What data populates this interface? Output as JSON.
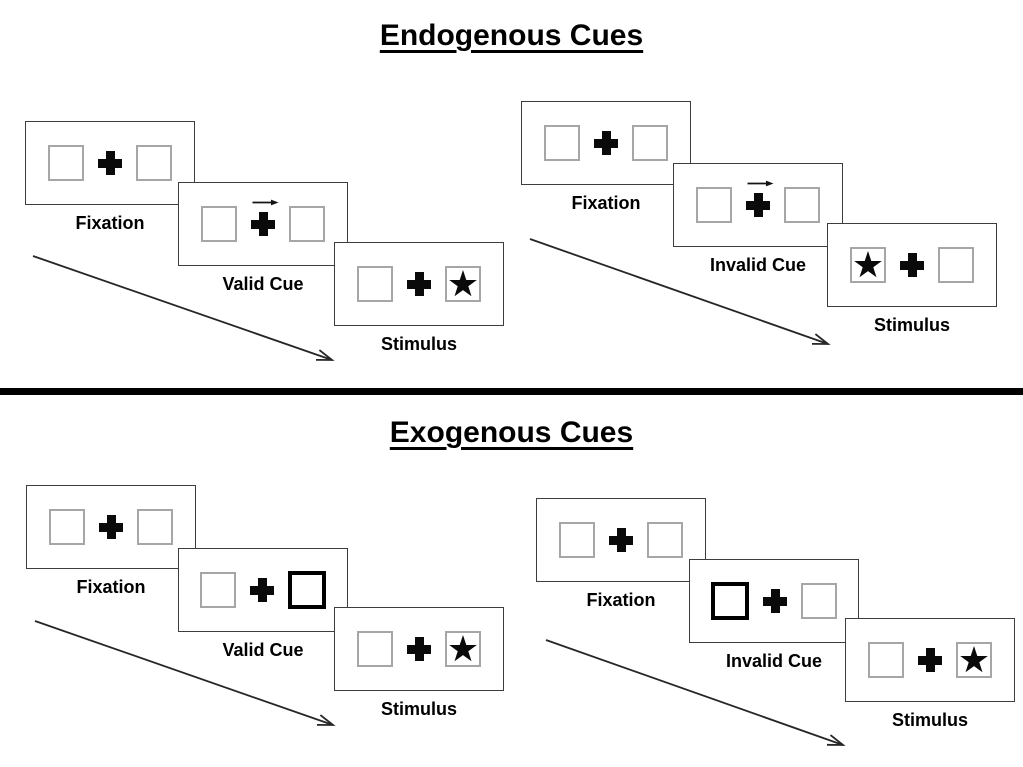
{
  "colors": {
    "background": "#ffffff",
    "ink": "#000000",
    "panel_border": "#3d3d3d",
    "placeholder_box_border": "#a6a6a6",
    "cue_box_border": "#000000"
  },
  "divider": {
    "present": true,
    "color": "#000000"
  },
  "sections": [
    {
      "id": "endogenous",
      "title": "Endogenous Cues",
      "sequences": [
        {
          "id": "endogenous-valid",
          "cue_type": "central-arrow",
          "panels": [
            {
              "label": "Fixation",
              "left": "empty",
              "center": "plus",
              "right": "empty"
            },
            {
              "label": "Valid Cue",
              "left": "empty",
              "center": "plus-arrow-right",
              "right": "empty"
            },
            {
              "label": "Stimulus",
              "left": "empty",
              "center": "plus",
              "right": "star"
            }
          ]
        },
        {
          "id": "endogenous-invalid",
          "cue_type": "central-arrow",
          "panels": [
            {
              "label": "Fixation",
              "left": "empty",
              "center": "plus",
              "right": "empty"
            },
            {
              "label": "Invalid Cue",
              "left": "empty",
              "center": "plus-arrow-right",
              "right": "empty"
            },
            {
              "label": "Stimulus",
              "left": "star",
              "center": "plus",
              "right": "empty"
            }
          ]
        }
      ]
    },
    {
      "id": "exogenous",
      "title": "Exogenous Cues",
      "sequences": [
        {
          "id": "exogenous-valid",
          "cue_type": "peripheral-box-highlight",
          "panels": [
            {
              "label": "Fixation",
              "left": "empty",
              "center": "plus",
              "right": "empty"
            },
            {
              "label": "Valid Cue",
              "left": "empty",
              "center": "plus",
              "right": "bold"
            },
            {
              "label": "Stimulus",
              "left": "empty",
              "center": "plus",
              "right": "star"
            }
          ]
        },
        {
          "id": "exogenous-invalid",
          "cue_type": "peripheral-box-highlight",
          "panels": [
            {
              "label": "Fixation",
              "left": "empty",
              "center": "plus",
              "right": "empty"
            },
            {
              "label": "Invalid Cue",
              "left": "bold",
              "center": "plus",
              "right": "empty"
            },
            {
              "label": "Stimulus",
              "left": "empty",
              "center": "plus",
              "right": "star"
            }
          ]
        }
      ]
    }
  ]
}
